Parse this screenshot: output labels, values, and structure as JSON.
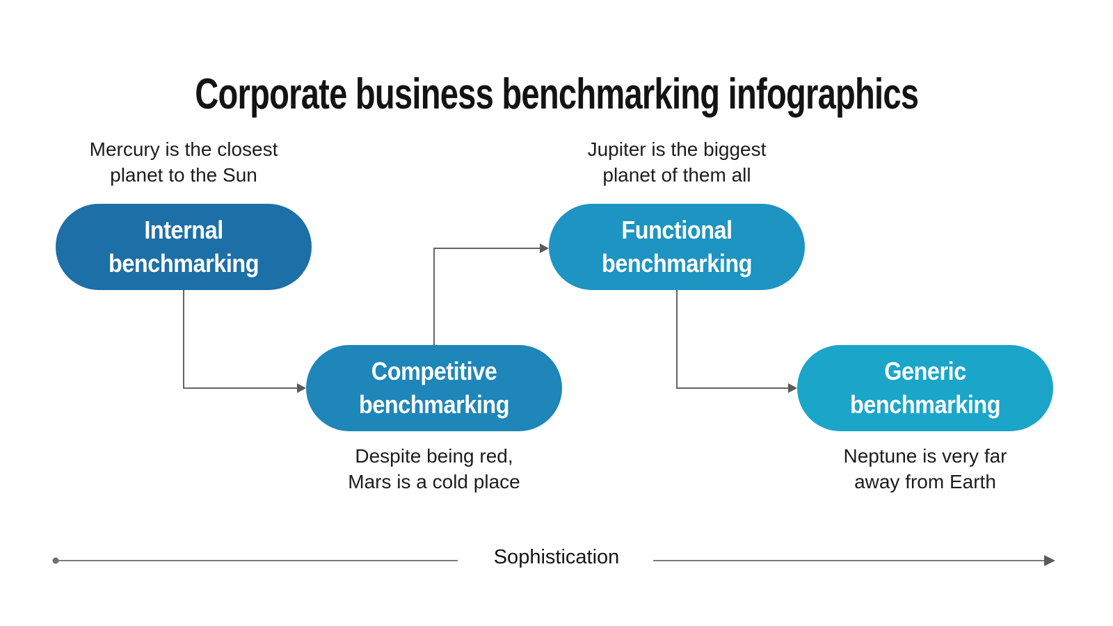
{
  "title": "Corporate business benchmarking infographics",
  "nodes": [
    {
      "id": "internal",
      "label_line1": "Internal",
      "label_line2": "benchmarking",
      "caption_line1": "Mercury is the closest",
      "caption_line2": "planet to the Sun",
      "caption_position": "above",
      "color": "#1d6fa8"
    },
    {
      "id": "competitive",
      "label_line1": "Competitive",
      "label_line2": "benchmarking",
      "caption_line1": "Despite being red,",
      "caption_line2": "Mars is a cold place",
      "caption_position": "below",
      "color": "#1e86b9"
    },
    {
      "id": "functional",
      "label_line1": "Functional",
      "label_line2": "benchmarking",
      "caption_line1": "Jupiter is the biggest",
      "caption_line2": "planet of them all",
      "caption_position": "above",
      "color": "#1d94c1"
    },
    {
      "id": "generic",
      "label_line1": "Generic",
      "label_line2": "benchmarking",
      "caption_line1": "Neptune is very far",
      "caption_line2": "away from Earth",
      "caption_position": "below",
      "color": "#1ba5c9"
    }
  ],
  "axis": {
    "label": "Sophistication",
    "line_color": "#7a7a7a",
    "arrow_color": "#5a5a5a"
  },
  "connector_color": "#636363",
  "background_color": "#ffffff",
  "title_color": "#131313",
  "caption_color": "#1c1c1c"
}
